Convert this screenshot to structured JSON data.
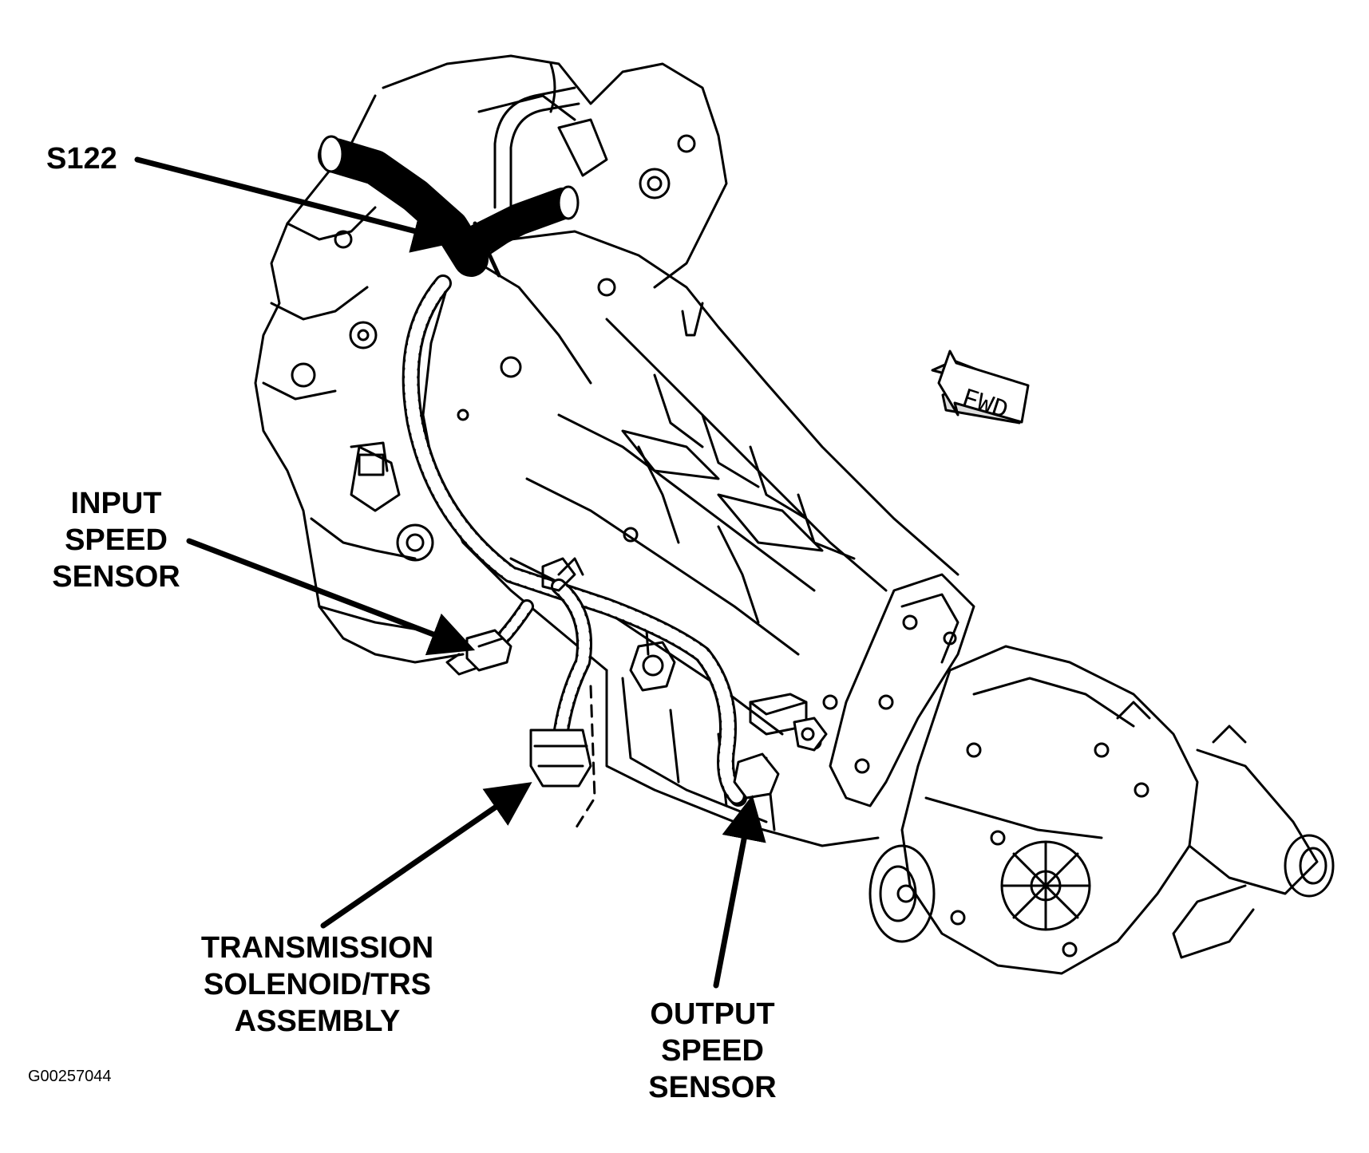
{
  "labels": {
    "s122": "S122",
    "input_speed_sensor": [
      "INPUT",
      "SPEED",
      "SENSOR"
    ],
    "transmission_solenoid": [
      "TRANSMISSION",
      "SOLENOID/TRS",
      "ASSEMBLY"
    ],
    "output_speed_sensor": [
      "OUTPUT",
      "SPEED",
      "SENSOR"
    ],
    "fwd": "FWD"
  },
  "figure_id": "G00257044",
  "colors": {
    "ink": "#000000",
    "paper": "#ffffff"
  }
}
